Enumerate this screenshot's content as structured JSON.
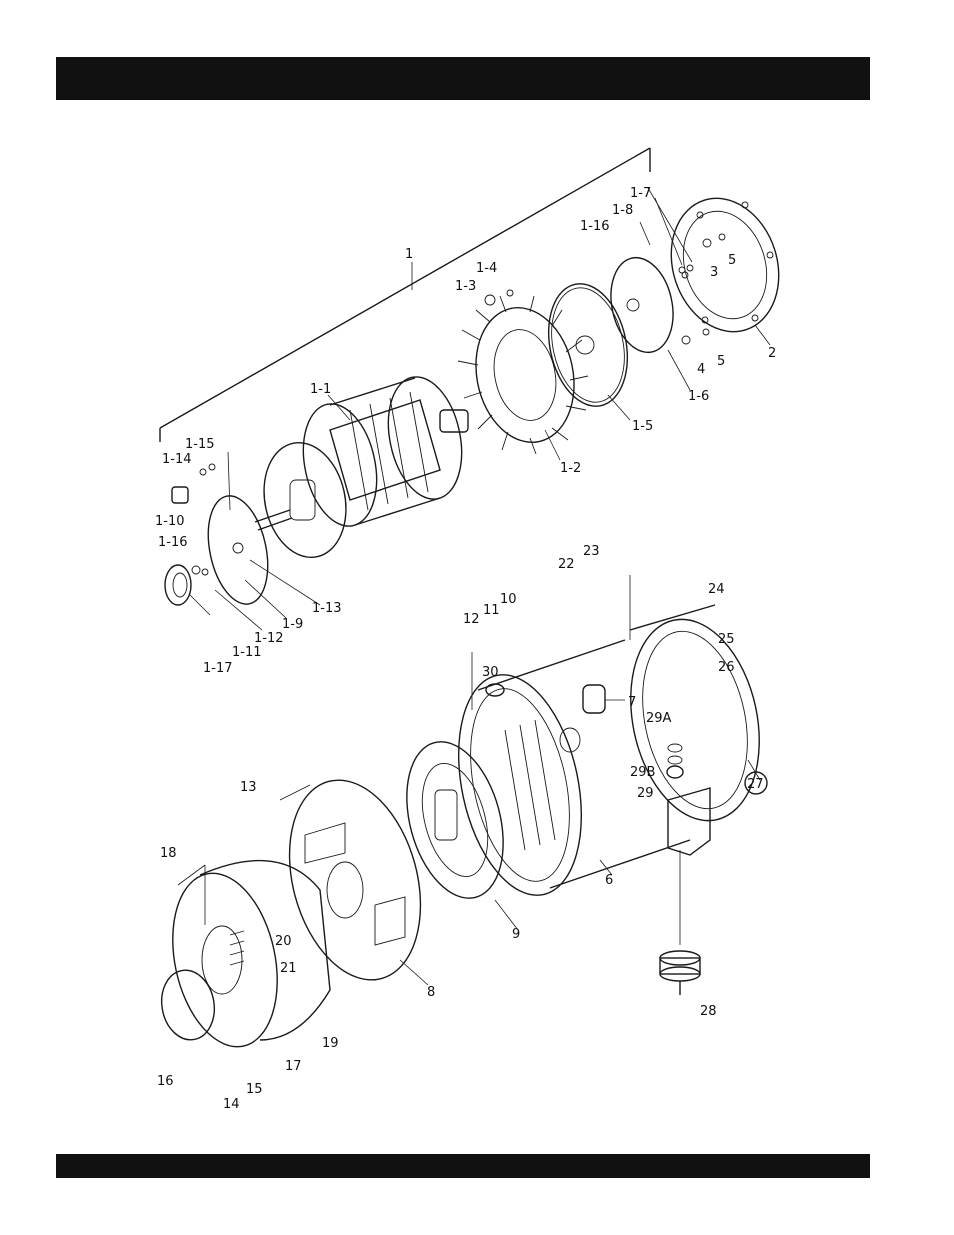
{
  "header": {
    "title": ""
  },
  "footer": {
    "text": ""
  },
  "labels": {
    "l1": "1",
    "l1_1": "1-1",
    "l1_2": "1-2",
    "l1_3": "1-3",
    "l1_4": "1-4",
    "l1_5": "1-5",
    "l1_6": "1-6",
    "l1_7": "1-7",
    "l1_8": "1-8",
    "l1_9": "1-9",
    "l1_10": "1-10",
    "l1_11": "1-11",
    "l1_12": "1-12",
    "l1_13": "1-13",
    "l1_14": "1-14",
    "l1_15": "1-15",
    "l1_16a": "1-16",
    "l1_16b": "1-16",
    "l1_17": "1-17",
    "l2": "2",
    "l3": "3",
    "l4": "4",
    "l5a": "5",
    "l5b": "5",
    "l6": "6",
    "l7": "7",
    "l8": "8",
    "l9": "9",
    "l10": "10",
    "l11": "11",
    "l12": "12",
    "l13": "13",
    "l14": "14",
    "l15": "15",
    "l16": "16",
    "l17": "17",
    "l18": "18",
    "l19": "19",
    "l20": "20",
    "l21": "21",
    "l22": "22",
    "l23": "23",
    "l24": "24",
    "l25": "25",
    "l26": "26",
    "l27": "27",
    "l28": "28",
    "l29": "29",
    "l29a": "29A",
    "l29b": "29B",
    "l30": "30"
  }
}
